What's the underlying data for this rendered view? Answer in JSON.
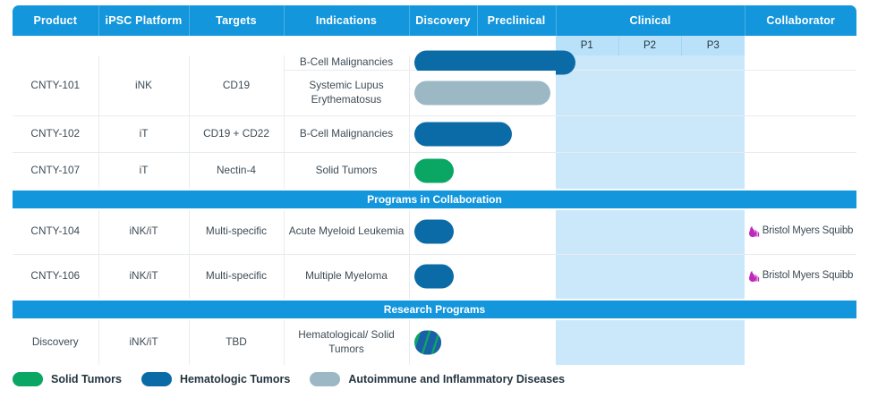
{
  "header": {
    "columns": [
      {
        "label": "Product"
      },
      {
        "label": "iPSC Platform"
      },
      {
        "label": "Targets"
      },
      {
        "label": "Indications"
      },
      {
        "label": "Discovery"
      },
      {
        "label": "Preclinical"
      },
      {
        "label": "Clinical"
      },
      {
        "label": "Collaborator"
      }
    ],
    "phases": [
      "P1",
      "P2",
      "P3"
    ]
  },
  "sections": {
    "collaboration": "Programs in Collaboration",
    "research": "Research Programs"
  },
  "rows": [
    {
      "product": "CNTY-101",
      "platform": "iNK",
      "target": "CD19",
      "indication": "B-Cell Malignancies",
      "bar_color": "blue",
      "bar_stage": "preclinical-end",
      "collaborator": ""
    },
    {
      "product": "CNTY-101",
      "platform": "iNK",
      "target": "CD19",
      "indication": "Systemic Lupus Erythematosus",
      "bar_color": "slate",
      "bar_stage": "preclinical",
      "collaborator": ""
    },
    {
      "product": "CNTY-102",
      "platform": "iT",
      "target": "CD19 + CD22",
      "indication": "B-Cell Malignancies",
      "bar_color": "blue",
      "bar_stage": "discovery-plus",
      "collaborator": ""
    },
    {
      "product": "CNTY-107",
      "platform": "iT",
      "target": "Nectin-4",
      "indication": "Solid Tumors",
      "bar_color": "green",
      "bar_stage": "discovery",
      "collaborator": ""
    },
    {
      "product": "CNTY-104",
      "platform": "iNK/iT",
      "target": "Multi-specific",
      "indication": "Acute Myeloid Leukemia",
      "bar_color": "blue",
      "bar_stage": "discovery",
      "collaborator": "Bristol Myers Squibb"
    },
    {
      "product": "CNTY-106",
      "platform": "iNK/iT",
      "target": "Multi-specific",
      "indication": "Multiple Myeloma",
      "bar_color": "blue",
      "bar_stage": "discovery",
      "collaborator": "Bristol Myers Squibb"
    },
    {
      "product": "Discovery",
      "platform": "iNK/iT",
      "target": "TBD",
      "indication": "Hematological/ Solid Tumors",
      "bar_color": "split",
      "bar_stage": "discovery-dot",
      "collaborator": ""
    }
  ],
  "legend": [
    {
      "label": "Solid Tumors",
      "color": "#0aa664"
    },
    {
      "label": "Hematologic Tumors",
      "color": "#0a6ba6"
    },
    {
      "label": "Autoimmune and Inflammatory Diseases",
      "color": "#9cb8c4"
    }
  ],
  "colors": {
    "header_blue": "#1496dc",
    "phase_band": "#b9e2fa",
    "clinical_tint": "#cbe8fb",
    "green": "#0aa664",
    "blue": "#0a6ba6",
    "slate": "#9cb8c4",
    "bms_pink": "#be2bbb"
  }
}
